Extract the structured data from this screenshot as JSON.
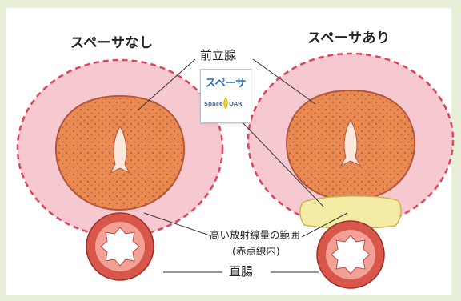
{
  "labels": {
    "without_spacer": "スペーサなし",
    "with_spacer": "スペーサあり",
    "prostate": "前立腺",
    "spacer": "スペーサ",
    "high_dose_area": "高い放射線量の範囲",
    "red_dotted_line": "(赤点線内)",
    "rectum": "直腸"
  },
  "logo": {
    "text": "SpaceOAR"
  },
  "colors": {
    "radiation_zone": "#f6c9d0",
    "radiation_border": "#e0435a",
    "prostate_fill": "#e98a52",
    "rectum_wall": "#d9574a",
    "spacer_gel": "#f4eba4"
  }
}
